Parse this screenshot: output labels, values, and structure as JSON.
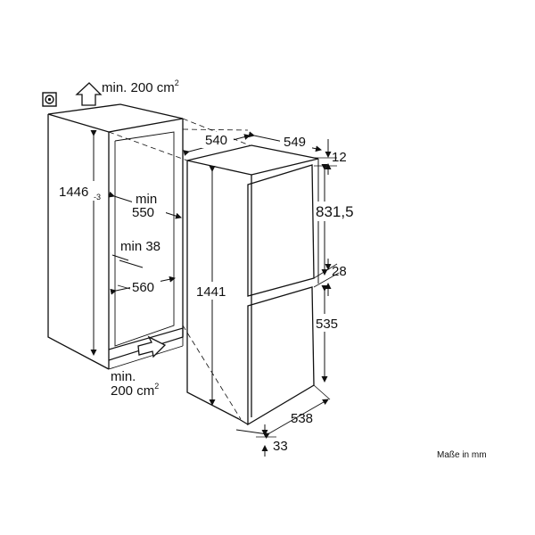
{
  "labels": {
    "vent_top": "min. 200 cm",
    "vent_top_sup": "2",
    "niche_height": "1446",
    "niche_height_tol": "-3",
    "niche_depth_min": "min",
    "niche_depth_val": "550",
    "side_gap": "min 38",
    "niche_width": "560",
    "vent_bottom_line1": "min.",
    "vent_bottom_line2": "200 cm",
    "vent_bottom_sup": "2",
    "width": "540",
    "depth": "549",
    "top_gap": "12",
    "upper_door": "831,5",
    "door_gap": "28",
    "lower_door": "535",
    "appliance_height": "1441",
    "door_depth": "538",
    "bottom_offset": "33",
    "units_note": "Maße in mm"
  },
  "icons": [
    "power-socket-icon",
    "airflow-arrow-up-icon",
    "airflow-arrow-in-icon"
  ]
}
